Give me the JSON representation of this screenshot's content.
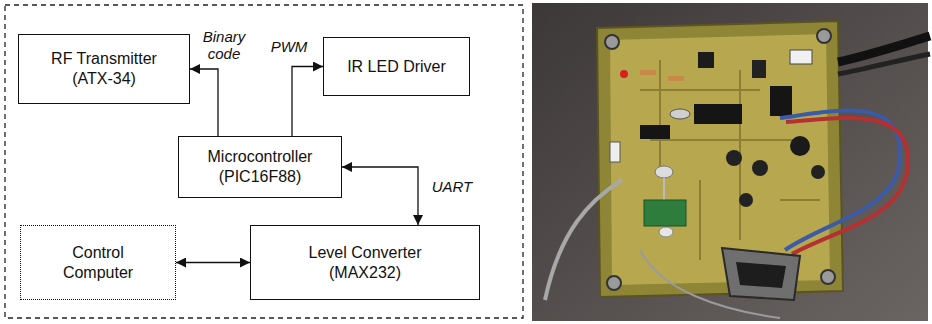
{
  "diagram": {
    "nodes": [
      {
        "text": [
          "RF Transmitter (ATX-34)"
        ]
      },
      {
        "text": [
          "IR LED Driver"
        ]
      },
      {
        "text": [
          "Microcontroller (PIC16F88)"
        ]
      },
      {
        "text": [
          "Control Computer"
        ]
      },
      {
        "text": [
          "Level Converter (MAX232)"
        ]
      }
    ],
    "edges": [
      {
        "from": 2,
        "to": 0,
        "label": "Binary code",
        "arrow": "to"
      },
      {
        "from": 2,
        "to": 1,
        "label": "PWM",
        "arrow": "to"
      },
      {
        "from": 2,
        "to": 4,
        "label": "UART",
        "arrow": "both"
      },
      {
        "from": 3,
        "to": 4,
        "arrow": "both"
      }
    ]
  }
}
